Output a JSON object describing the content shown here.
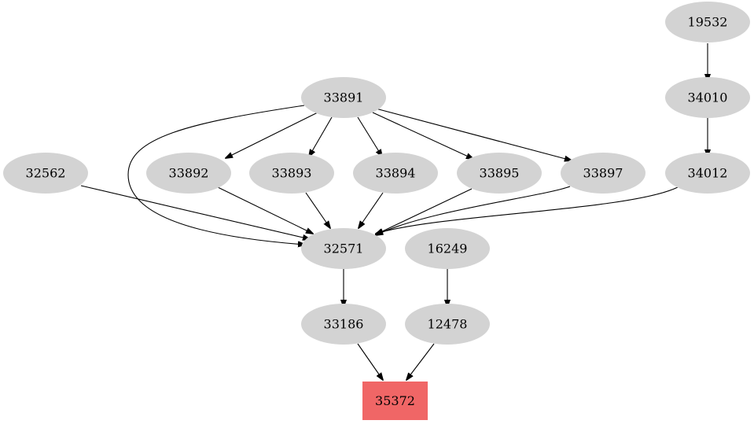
{
  "diagram": {
    "nodes": [
      {
        "id": "n19532",
        "label": "19532",
        "shape": "ellipse"
      },
      {
        "id": "n34010",
        "label": "34010",
        "shape": "ellipse"
      },
      {
        "id": "n34012",
        "label": "34012",
        "shape": "ellipse"
      },
      {
        "id": "n33891",
        "label": "33891",
        "shape": "ellipse"
      },
      {
        "id": "n32562",
        "label": "32562",
        "shape": "ellipse"
      },
      {
        "id": "n33892",
        "label": "33892",
        "shape": "ellipse"
      },
      {
        "id": "n33893",
        "label": "33893",
        "shape": "ellipse"
      },
      {
        "id": "n33894",
        "label": "33894",
        "shape": "ellipse"
      },
      {
        "id": "n33895",
        "label": "33895",
        "shape": "ellipse"
      },
      {
        "id": "n33897",
        "label": "33897",
        "shape": "ellipse"
      },
      {
        "id": "n32571",
        "label": "32571",
        "shape": "ellipse"
      },
      {
        "id": "n16249",
        "label": "16249",
        "shape": "ellipse"
      },
      {
        "id": "n33186",
        "label": "33186",
        "shape": "ellipse"
      },
      {
        "id": "n12478",
        "label": "12478",
        "shape": "ellipse"
      },
      {
        "id": "n35372",
        "label": "35372",
        "shape": "box",
        "color": "#f06666"
      }
    ],
    "edges": [
      {
        "from": "19532",
        "to": "34010"
      },
      {
        "from": "34010",
        "to": "34012"
      },
      {
        "from": "34012",
        "to": "32571"
      },
      {
        "from": "33891",
        "to": "33892"
      },
      {
        "from": "33891",
        "to": "33893"
      },
      {
        "from": "33891",
        "to": "33894"
      },
      {
        "from": "33891",
        "to": "33895"
      },
      {
        "from": "33891",
        "to": "33897"
      },
      {
        "from": "33891",
        "to": "32571"
      },
      {
        "from": "32562",
        "to": "32571"
      },
      {
        "from": "33892",
        "to": "32571"
      },
      {
        "from": "33893",
        "to": "32571"
      },
      {
        "from": "33894",
        "to": "32571"
      },
      {
        "from": "33895",
        "to": "32571"
      },
      {
        "from": "33897",
        "to": "32571"
      },
      {
        "from": "32571",
        "to": "33186"
      },
      {
        "from": "16249",
        "to": "12478"
      },
      {
        "from": "33186",
        "to": "35372"
      },
      {
        "from": "12478",
        "to": "35372"
      }
    ],
    "node_fill": "#d3d3d3",
    "edge_color": "#000000"
  }
}
